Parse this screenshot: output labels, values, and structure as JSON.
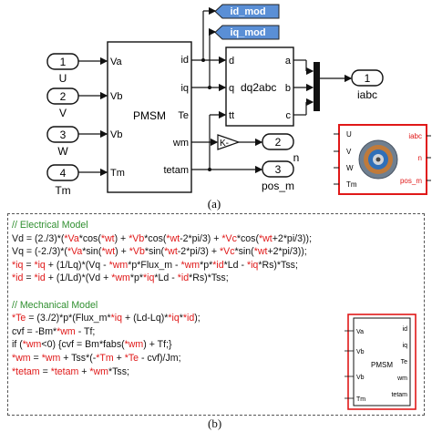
{
  "top": {
    "inports": [
      {
        "num": "1",
        "name": "U"
      },
      {
        "num": "2",
        "name": "V"
      },
      {
        "num": "3",
        "name": "W"
      },
      {
        "num": "4",
        "name": "Tm"
      }
    ],
    "pmsm": {
      "title": "PMSM",
      "in_ports": [
        "Va",
        "Vb",
        "Vb",
        "Tm"
      ],
      "out_ports": [
        "id",
        "iq",
        "Te",
        "wm",
        "tetam"
      ]
    },
    "goto_id": "id_mod",
    "goto_iq": "iq_mod",
    "dq2abc": {
      "title": "dq2abc",
      "in_ports": [
        "d",
        "q",
        "tt"
      ],
      "out_ports": [
        "a",
        "b",
        "c"
      ]
    },
    "gain": "K-",
    "outports": [
      {
        "num": "1",
        "name": "iabc"
      },
      {
        "num": "2",
        "name": "n"
      },
      {
        "num": "3",
        "name": "pos_m"
      }
    ],
    "masked": {
      "in_ports": [
        "U",
        "V",
        "W",
        "Tm"
      ],
      "out_ports": [
        "iabc",
        "n",
        "pos_m"
      ]
    },
    "caption": "(a)"
  },
  "bottom": {
    "caption": "(b)",
    "small_block": {
      "title": "PMSM",
      "in_ports": [
        "Va",
        "Vb",
        "Vb",
        "Tm"
      ],
      "out_ports": [
        "id",
        "iq",
        "Te",
        "wm",
        "tetam"
      ]
    },
    "code_lines": [
      [
        {
          "t": "// Electrical Model",
          "c": "comment"
        }
      ],
      [
        {
          "t": "Vd = (2./3)*(",
          "c": "blk"
        },
        {
          "t": "*Va",
          "c": "red"
        },
        {
          "t": "*cos(",
          "c": "blk"
        },
        {
          "t": "*wt",
          "c": "red"
        },
        {
          "t": ") + ",
          "c": "blk"
        },
        {
          "t": "*Vb",
          "c": "red"
        },
        {
          "t": "*cos(",
          "c": "blk"
        },
        {
          "t": "*wt",
          "c": "red"
        },
        {
          "t": "-2*pi/3) + ",
          "c": "blk"
        },
        {
          "t": "*Vc",
          "c": "red"
        },
        {
          "t": "*cos(",
          "c": "blk"
        },
        {
          "t": "*wt",
          "c": "red"
        },
        {
          "t": "+2*pi/3));",
          "c": "blk"
        }
      ],
      [
        {
          "t": "Vq = (-2./3)*(",
          "c": "blk"
        },
        {
          "t": "*Va",
          "c": "red"
        },
        {
          "t": "*sin(",
          "c": "blk"
        },
        {
          "t": "*wt",
          "c": "red"
        },
        {
          "t": ") + ",
          "c": "blk"
        },
        {
          "t": "*Vb",
          "c": "red"
        },
        {
          "t": "*sin(",
          "c": "blk"
        },
        {
          "t": "*wt",
          "c": "red"
        },
        {
          "t": "-2*pi/3) + ",
          "c": "blk"
        },
        {
          "t": "*Vc",
          "c": "red"
        },
        {
          "t": "*sin(",
          "c": "blk"
        },
        {
          "t": "*wt",
          "c": "red"
        },
        {
          "t": "+2*pi/3));",
          "c": "blk"
        }
      ],
      [
        {
          "t": "*iq",
          "c": "red"
        },
        {
          "t": " = ",
          "c": "blk"
        },
        {
          "t": "*iq",
          "c": "red"
        },
        {
          "t": " + (1/Lq)*(Vq - ",
          "c": "blk"
        },
        {
          "t": "*wm",
          "c": "red"
        },
        {
          "t": "*p*Flux_m - ",
          "c": "blk"
        },
        {
          "t": "*wm",
          "c": "red"
        },
        {
          "t": "*p*",
          "c": "blk"
        },
        {
          "t": "*id",
          "c": "red"
        },
        {
          "t": "*Ld - ",
          "c": "blk"
        },
        {
          "t": "*iq",
          "c": "red"
        },
        {
          "t": "*Rs)*Tss;",
          "c": "blk"
        }
      ],
      [
        {
          "t": "*id",
          "c": "red"
        },
        {
          "t": " = ",
          "c": "blk"
        },
        {
          "t": "*id",
          "c": "red"
        },
        {
          "t": " + (1/Ld)*(Vd + ",
          "c": "blk"
        },
        {
          "t": "*wm",
          "c": "red"
        },
        {
          "t": "*p*",
          "c": "blk"
        },
        {
          "t": "*iq",
          "c": "red"
        },
        {
          "t": "*Ld - ",
          "c": "blk"
        },
        {
          "t": "*id",
          "c": "red"
        },
        {
          "t": "*Rs)*Tss;",
          "c": "blk"
        }
      ],
      [
        {
          "t": "",
          "c": "blk"
        }
      ],
      [
        {
          "t": "// Mechanical Model",
          "c": "comment"
        }
      ],
      [
        {
          "t": "*Te",
          "c": "red"
        },
        {
          "t": " = (3./2)*p*(Flux_m*",
          "c": "blk"
        },
        {
          "t": "*iq",
          "c": "red"
        },
        {
          "t": " + (Ld-Lq)*",
          "c": "blk"
        },
        {
          "t": "*iq",
          "c": "red"
        },
        {
          "t": "*",
          "c": "blk"
        },
        {
          "t": "*id",
          "c": "red"
        },
        {
          "t": ");",
          "c": "blk"
        }
      ],
      [
        {
          "t": "cvf = -Bm*",
          "c": "blk"
        },
        {
          "t": "*wm",
          "c": "red"
        },
        {
          "t": " - Tf;",
          "c": "blk"
        }
      ],
      [
        {
          "t": "if (",
          "c": "blk"
        },
        {
          "t": "*wm",
          "c": "red"
        },
        {
          "t": "<0) {cvf = Bm*fabs(",
          "c": "blk"
        },
        {
          "t": "*wm",
          "c": "red"
        },
        {
          "t": ") + Tf;}",
          "c": "blk"
        }
      ],
      [
        {
          "t": "*wm",
          "c": "red"
        },
        {
          "t": " = ",
          "c": "blk"
        },
        {
          "t": "*wm",
          "c": "red"
        },
        {
          "t": " + Tss*(-",
          "c": "blk"
        },
        {
          "t": "*Tm",
          "c": "red"
        },
        {
          "t": " + ",
          "c": "blk"
        },
        {
          "t": "*Te",
          "c": "red"
        },
        {
          "t": " - cvf)/Jm;",
          "c": "blk"
        }
      ],
      [
        {
          "t": "*tetam",
          "c": "red"
        },
        {
          "t": " = ",
          "c": "blk"
        },
        {
          "t": "*tetam",
          "c": "red"
        },
        {
          "t": " + ",
          "c": "blk"
        },
        {
          "t": "*wm",
          "c": "red"
        },
        {
          "t": "*Tss;",
          "c": "blk"
        }
      ]
    ]
  },
  "colors": {
    "goto_fill": "#5a8fd6",
    "highlight": "#e01818",
    "comment": "#2f8f2f"
  }
}
